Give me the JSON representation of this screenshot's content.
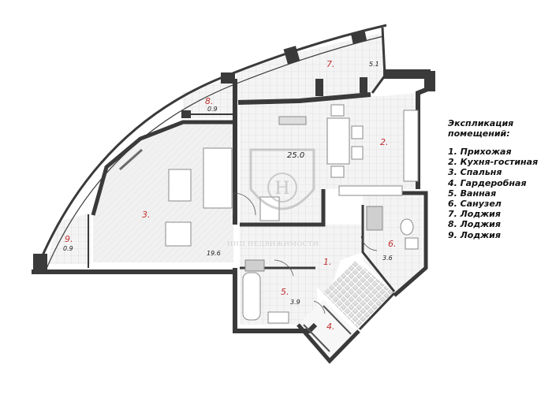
{
  "legend": {
    "heading_line1": "Экспликация",
    "heading_line2": "помещений:",
    "items": [
      "1. Прихожая",
      "2. Кухня-гостиная",
      "3. Спальня",
      "4. Гардеробная",
      "5. Ванная",
      "6. Санузел",
      "7. Лоджия",
      "8. Лоджия",
      "9. Лоджия"
    ]
  },
  "rooms": {
    "r1": {
      "num": "1.",
      "area": ""
    },
    "r2": {
      "num": "2.",
      "area": "25.0"
    },
    "r3": {
      "num": "3.",
      "area": "19.6"
    },
    "r4": {
      "num": "4.",
      "area": ""
    },
    "r5": {
      "num": "5.",
      "area": "3.9"
    },
    "r6": {
      "num": "6.",
      "area": "3.6"
    },
    "r7": {
      "num": "7.",
      "area": "5.1"
    },
    "r8": {
      "num": "8.",
      "area": "0.9"
    },
    "r9": {
      "num": "9.",
      "area": "0.9"
    }
  },
  "watermark": {
    "letter": "H",
    "text": "НИЦ НЕДВИЖИМОСТИ"
  },
  "colors": {
    "wall": "#3a3a3a",
    "floor": "#f2f2f2",
    "room_number": "#c03030"
  }
}
